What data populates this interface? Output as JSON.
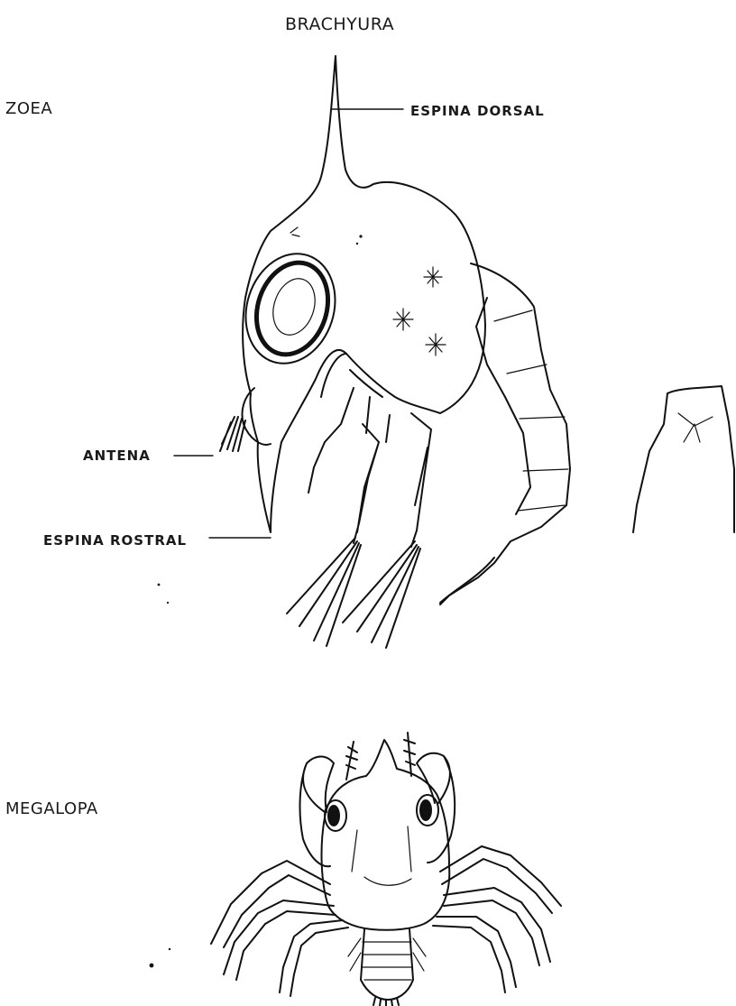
{
  "title": "BRACHYURA",
  "sections": {
    "zoea": "ZOEA",
    "megalopa": "MEGALOPA"
  },
  "labels": {
    "espina_dorsal": "ESPINA DORSAL",
    "antena": "ANTENA",
    "espina_rostral": "ESPINA ROSTRAL"
  },
  "colors": {
    "ink": "#111111",
    "paper": "#ffffff"
  }
}
